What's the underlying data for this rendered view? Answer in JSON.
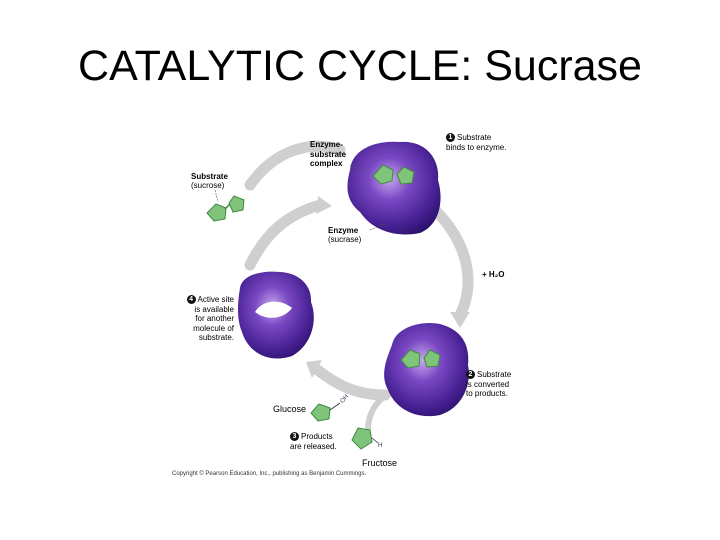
{
  "slide": {
    "title": "CATALYTIC CYCLE: Sucrase"
  },
  "diagram": {
    "enzyme_substrate_complex": "Enzyme-\nsubstrate\ncomplex",
    "substrate": "Substrate",
    "substrate_name": "(sucrose)",
    "enzyme": "Enzyme",
    "enzyme_name": "(sucrase)",
    "water": "+ H₂O",
    "step1_number": "1",
    "step1_text": "Substrate\nbinds to enzyme.",
    "step2_number": "2",
    "step2_text": "Substrate\nis converted\nto products.",
    "step3_number": "3",
    "step3_text": "Products\nare released.",
    "step4_number": "4",
    "step4_text": "Active site\nis available\nfor another\nmolecule of\nsubstrate.",
    "glucose": "Glucose",
    "fructose": "Fructose",
    "oh_label": "OH",
    "h_label": "H",
    "copyright": "Copyright © Pearson Education, Inc., publishing as Benjamin Cummings.",
    "colors": {
      "enzyme_dark": "#3a1a7a",
      "enzyme_mid": "#6a3ab5",
      "enzyme_light": "#b08ae0",
      "substrate_green": "#7fc47a",
      "substrate_dark": "#3f8a40",
      "arrow_gray": "#c8c8c8"
    }
  }
}
